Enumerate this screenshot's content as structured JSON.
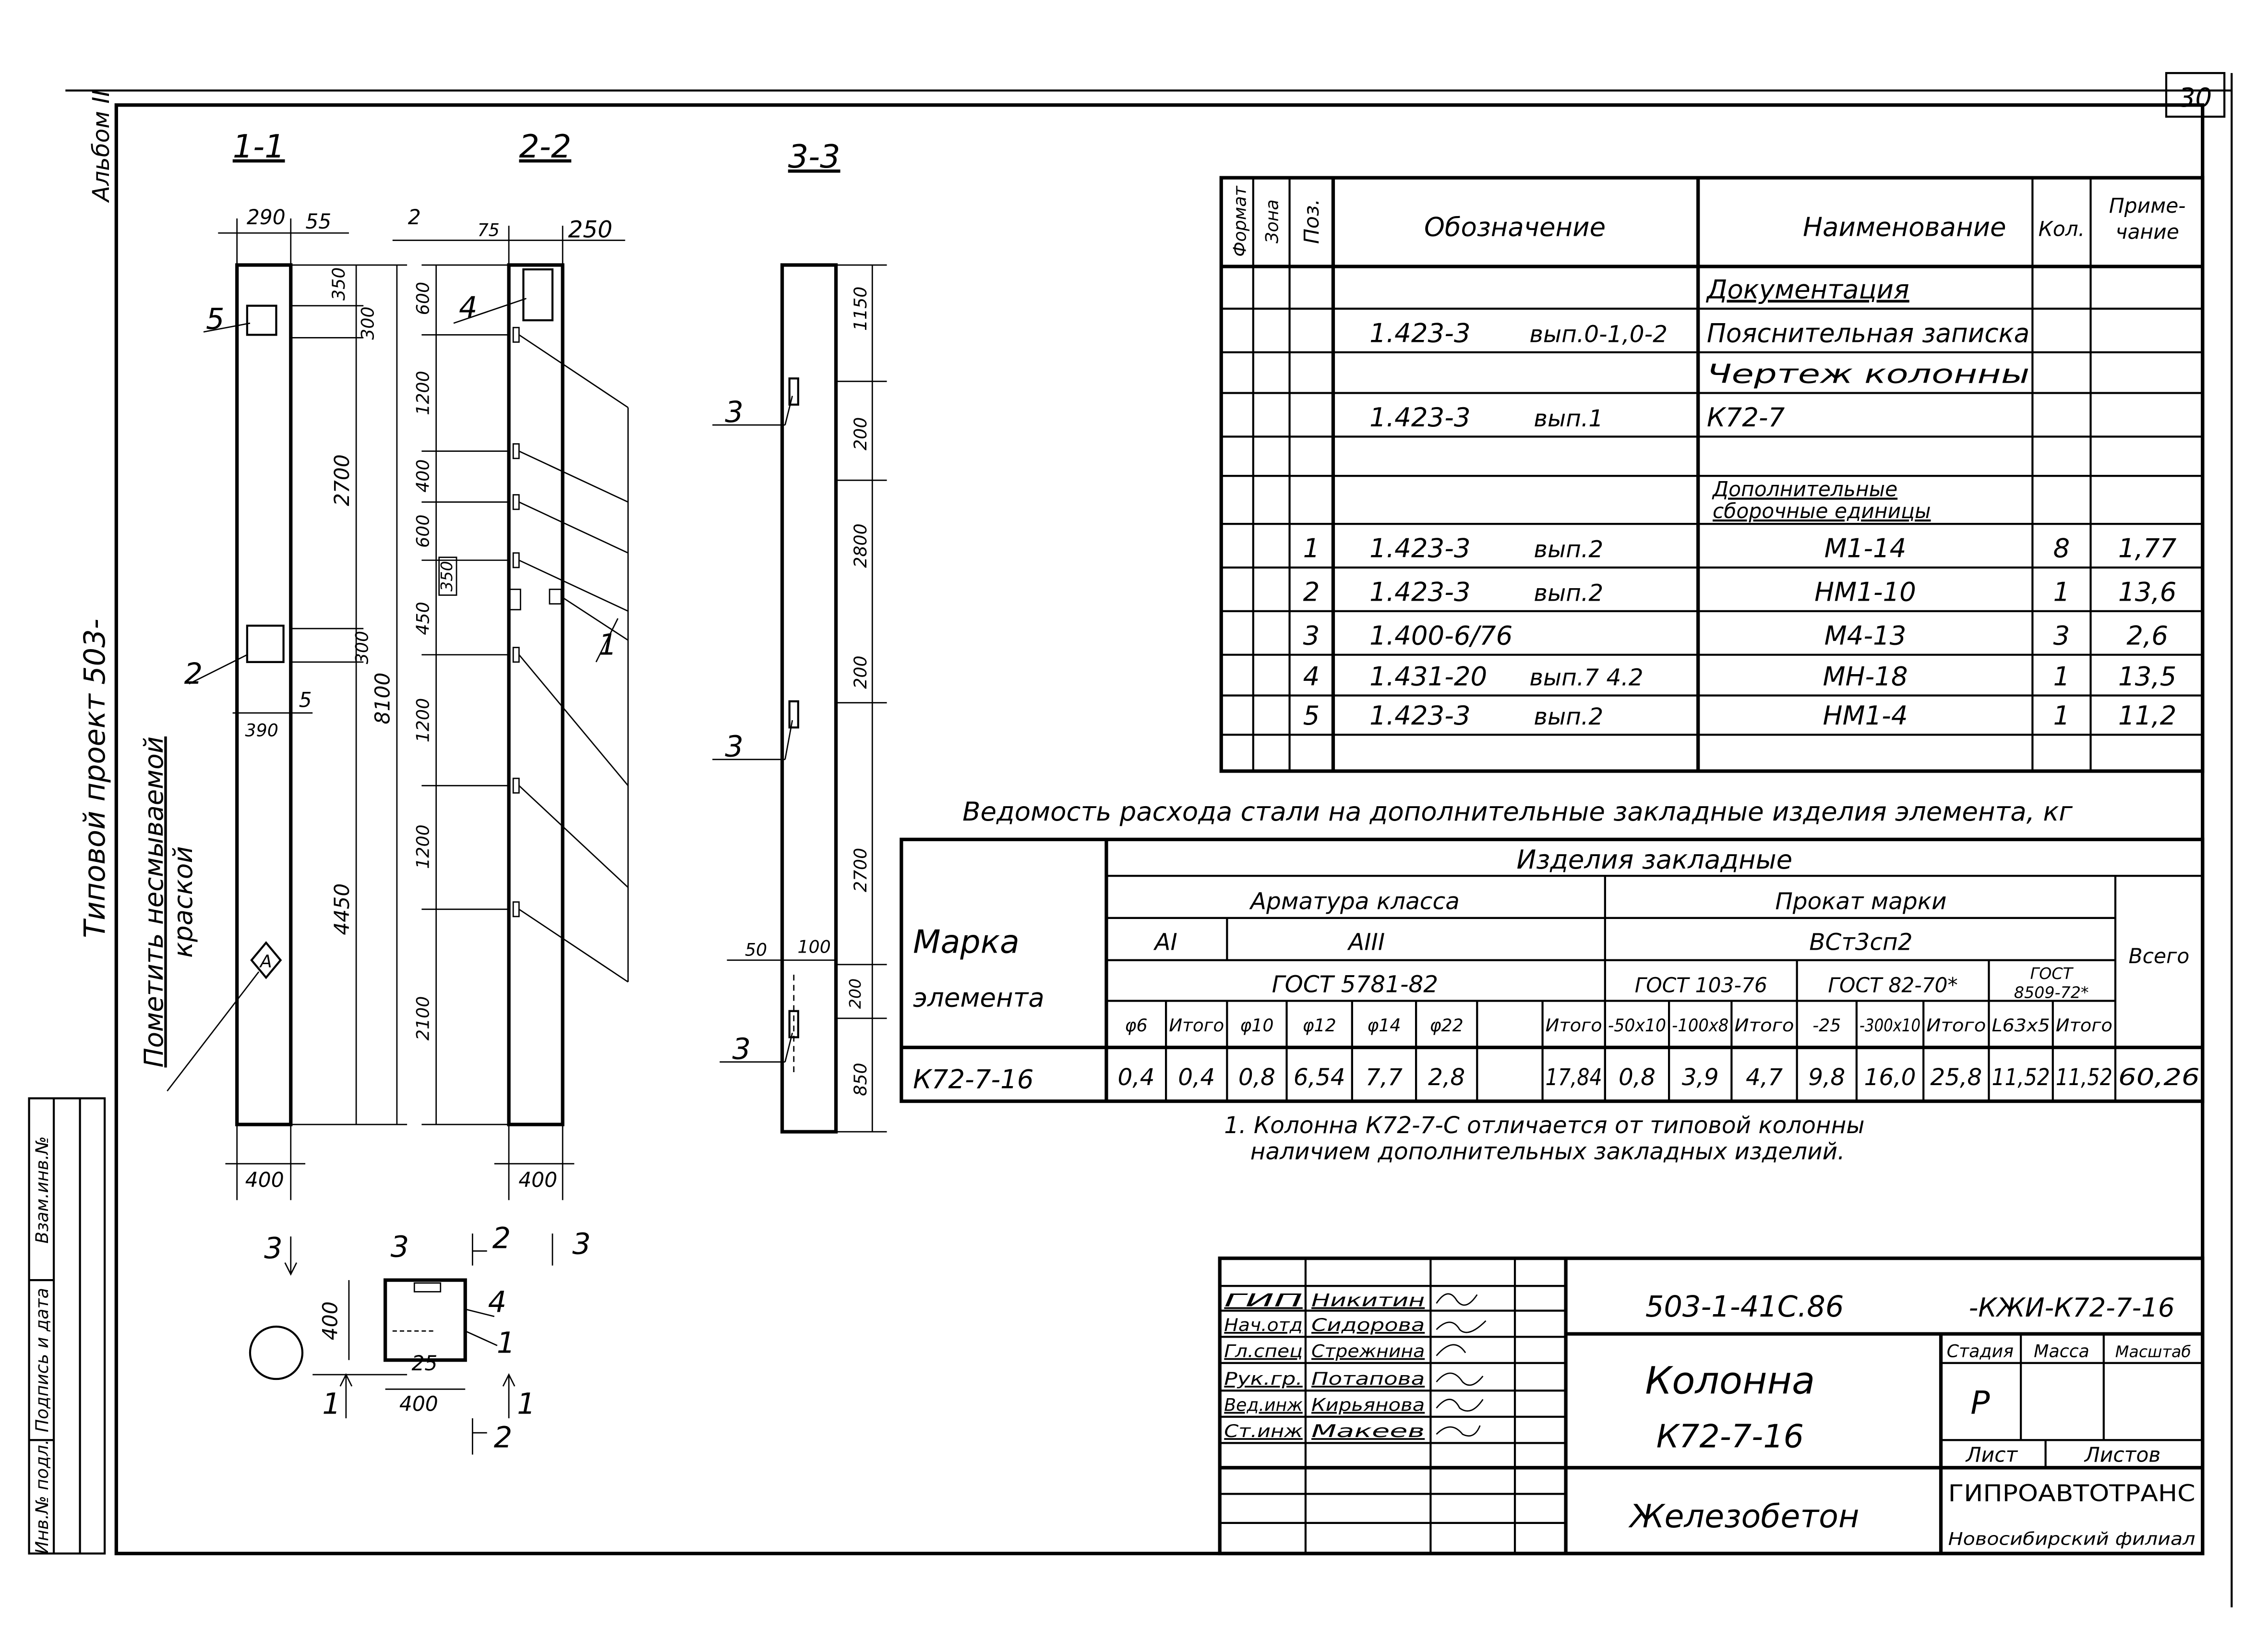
{
  "sheet_number": "30",
  "side": {
    "album": "Альбом II",
    "project": "Типовой проект 503-",
    "note_line1": "Пометить несмываемой",
    "note_line2": "краской",
    "stamp": [
      "Инв.№ подл.",
      "Подпись и дата",
      "Взам.инв.№"
    ]
  },
  "sections": {
    "s11": "1-1",
    "s22": "2-2",
    "s33": "3-3"
  },
  "sec11": {
    "dims": [
      "290",
      "55",
      "350",
      "300",
      "2700",
      "300",
      "4450",
      "8100",
      "390",
      "5",
      "400"
    ],
    "labels": [
      "5",
      "2"
    ],
    "mark": "А"
  },
  "sec22": {
    "dims": [
      "2",
      "75",
      "250",
      "600",
      "1200",
      "400",
      "600",
      "350",
      "450",
      "1200",
      "1200",
      "2100",
      "400"
    ],
    "labels": [
      "4",
      "1"
    ]
  },
  "sec33": {
    "dims": [
      "1150",
      "200",
      "2800",
      "200",
      "2700",
      "50",
      "100",
      "200",
      "850"
    ],
    "labels": [
      "3",
      "3",
      "3"
    ]
  },
  "plan": {
    "labels": [
      "3",
      "3",
      "2",
      "3",
      "4",
      "1",
      "400",
      "25",
      "400",
      "1",
      "1",
      "2"
    ]
  },
  "spec": {
    "headers": {
      "format": "Формат",
      "zone": "Зона",
      "pos": "Поз.",
      "designation": "Обозначение",
      "name": "Наименование",
      "qty": "Кол.",
      "note1": "Приме-",
      "note2": "чание"
    },
    "rows": [
      {
        "poz": "",
        "oboz": "",
        "vyp": "",
        "name": "Документация",
        "kol": "",
        "prim": ""
      },
      {
        "poz": "",
        "oboz": "1.423-3",
        "vyp": "вып.0-1,0-2",
        "name": "Пояснительная записка",
        "kol": "",
        "prim": ""
      },
      {
        "poz": "",
        "oboz": "",
        "vyp": "",
        "name": "Чертеж   колонны",
        "kol": "",
        "prim": ""
      },
      {
        "poz": "",
        "oboz": "1.423-3",
        "vyp": "вып.1",
        "name": "К72-7",
        "kol": "",
        "prim": ""
      },
      {
        "poz": "",
        "oboz": "",
        "vyp": "",
        "name": "",
        "kol": "",
        "prim": ""
      },
      {
        "poz": "",
        "oboz": "",
        "vyp": "",
        "name": "Дополнительные",
        "name2": "сборочные единицы",
        "kol": "",
        "prim": ""
      },
      {
        "poz": "1",
        "oboz": "1.423-3",
        "vyp": "вып.2",
        "name": "М1-14",
        "kol": "8",
        "prim": "1,77"
      },
      {
        "poz": "2",
        "oboz": "1.423-3",
        "vyp": "вып.2",
        "name": "НМ1-10",
        "kol": "1",
        "prim": "13,6"
      },
      {
        "poz": "3",
        "oboz": "1.400-6/76",
        "vyp": "",
        "name": "М4-13",
        "kol": "3",
        "prim": "2,6"
      },
      {
        "poz": "4",
        "oboz": "1.431-20",
        "vyp": "вып.7 4.2",
        "name": "МН-18",
        "kol": "1",
        "prim": "13,5"
      },
      {
        "poz": "5",
        "oboz": "1.423-3",
        "vyp": "вып.2",
        "name": "НМ1-4",
        "kol": "1",
        "prim": "11,2"
      },
      {
        "poz": "",
        "oboz": "",
        "vyp": "",
        "name": "",
        "kol": "",
        "prim": ""
      }
    ]
  },
  "steel": {
    "title": "Ведомость расхода стали на дополнительные закладные изделия элемента, кг",
    "mark_header1": "Марка",
    "mark_header2": "элемента",
    "group": "Изделия   закладные",
    "rebar": "Арматура   класса",
    "rolled": "Прокат   марки",
    "total": "Всего",
    "class_a1": "АI",
    "class_a3": "АIII",
    "steel_grade": "ВСт3сп2",
    "gost_rebar": "ГОСТ 5781-82",
    "gost_103": "ГОСТ 103-76",
    "gost_82": "ГОСТ 82-70*",
    "gost_8509a": "ГОСТ",
    "gost_8509b": "8509-72*",
    "subheaders": [
      "φ6",
      "Итого",
      "φ10",
      "φ12",
      "φ14",
      "φ22",
      "",
      "Итого",
      "-50х10",
      "-100х8",
      "Итого",
      "-25",
      "-300х10",
      "Итого",
      "L63х5",
      "Итого"
    ],
    "row": {
      "mark": "К72-7-16",
      "values": [
        "0,4",
        "0,4",
        "0,8",
        "6,54",
        "7,7",
        "2,8",
        "",
        "17,84",
        "0,8",
        "3,9",
        "4,7",
        "9,8",
        "16,0",
        "25,8",
        "11,52",
        "11,52",
        "60,26"
      ]
    },
    "note1": "1. Колонна К72-7-С отличается от типовой колонны",
    "note2": "наличием дополнительных закладных изделий."
  },
  "title_block": {
    "code": "503-1-41С.86",
    "code_suffix": "-КЖИ-К72-7-16",
    "staff": [
      {
        "role": "ГИП",
        "name": "Никитин"
      },
      {
        "role": "Нач.отд",
        "name": "Сидорова"
      },
      {
        "role": "Гл.спец",
        "name": "Стрежнина"
      },
      {
        "role": "Рук.гр.",
        "name": "Потапова"
      },
      {
        "role": "Вед.инж",
        "name": "Кирьянова"
      },
      {
        "role": "Ст.инж",
        "name": "Макеев"
      }
    ],
    "item_name": "Колонна",
    "item_mark": "К72-7-16",
    "stage_label": "Стадия",
    "mass_label": "Масса",
    "scale_label": "Масштаб",
    "stage": "Р",
    "sheet_label": "Лист",
    "sheets_label": "Листов",
    "org": "ГИПРОАВТОТРАНС",
    "branch": "Новосибирский филиал",
    "material": "Железобетон"
  }
}
